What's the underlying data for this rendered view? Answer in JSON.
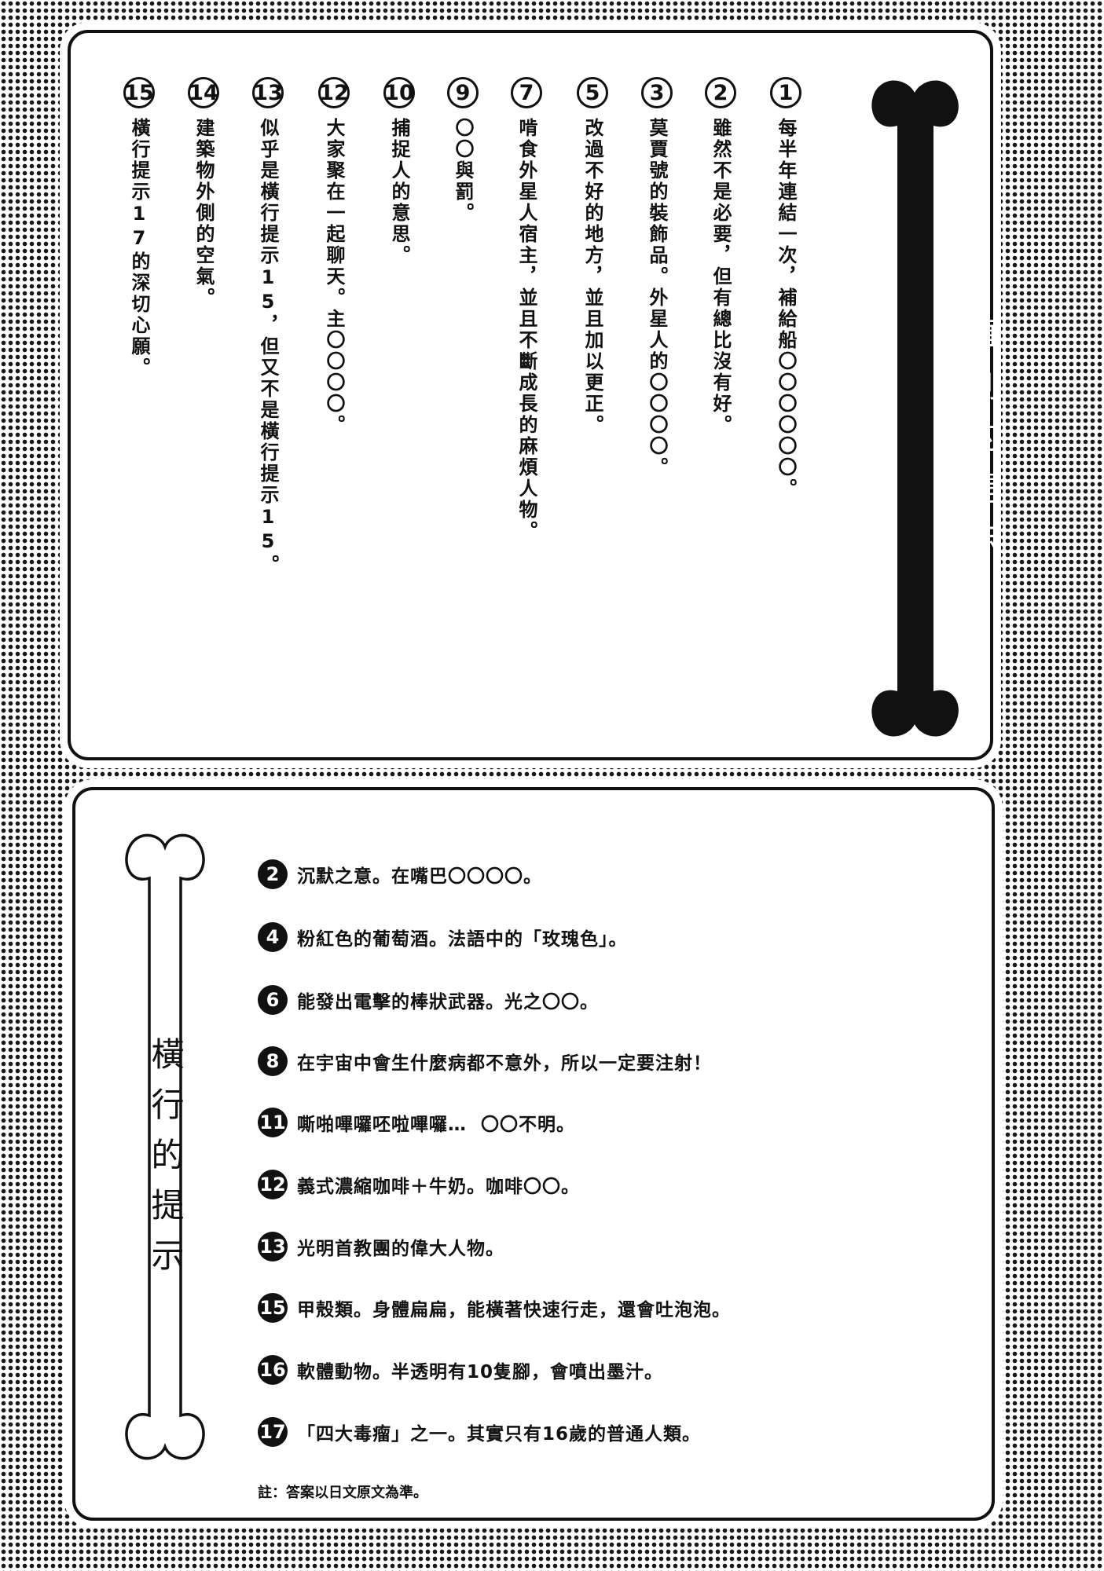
{
  "down": {
    "title": "直列的提示",
    "clues": [
      {
        "number": "1",
        "text": "每半年連結一次，補給船〇〇〇〇〇〇。"
      },
      {
        "number": "2",
        "text": "雖然不是必要，但有總比沒有好。"
      },
      {
        "number": "3",
        "text": "莫賈號的裝飾品。外星人的〇〇〇〇。"
      },
      {
        "number": "5",
        "text": "改過不好的地方，並且加以更正。"
      },
      {
        "number": "7",
        "text": "啃食外星人宿主，並且不斷成長的麻煩人物。"
      },
      {
        "number": "9",
        "text": "〇〇與罰。"
      },
      {
        "number": "10",
        "text": "捕捉人的意思。"
      },
      {
        "number": "12",
        "text": "大家聚在一起聊天。主〇〇〇〇。"
      },
      {
        "number": "13",
        "text": "似乎是橫行提示15，但又不是橫行提示15。"
      },
      {
        "number": "14",
        "text": "建築物外側的空氣。"
      },
      {
        "number": "15",
        "text": "橫行提示17的深切心願。"
      }
    ]
  },
  "across": {
    "title": "橫行的提示",
    "clues": [
      {
        "number": "2",
        "text": "沉默之意。在嘴巴〇〇〇〇。"
      },
      {
        "number": "4",
        "text": "粉紅色的葡萄酒。法語中的「玫瑰色」。"
      },
      {
        "number": "6",
        "text": "能發出電擊的棒狀武器。光之〇〇。"
      },
      {
        "number": "8",
        "text": "在宇宙中會生什麼病都不意外，所以一定要注射！"
      },
      {
        "number": "11",
        "text": "嘶啪嗶囉呸啦嗶囉…  〇〇不明。"
      },
      {
        "number": "12",
        "text": "義式濃縮咖啡＋牛奶。咖啡〇〇。"
      },
      {
        "number": "13",
        "text": "光明首教團的偉大人物。"
      },
      {
        "number": "15",
        "text": "甲殼類。身體扁扁，能橫著快速行走，還會吐泡泡。"
      },
      {
        "number": "16",
        "text": "軟體動物。半透明有10隻腳，會噴出墨汁。"
      },
      {
        "number": "17",
        "text": "「四大毒瘤」之一。其實只有16歲的普通人類。"
      }
    ]
  },
  "note": "註：答案以日文原文為準。"
}
